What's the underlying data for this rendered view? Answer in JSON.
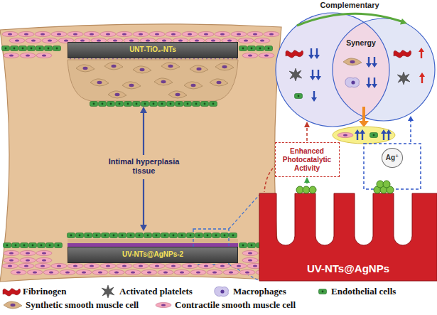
{
  "diagram": {
    "nodes": [
      {
        "text": [
          "UNT-TiO₂-NTs"
        ]
      },
      {
        "text": [
          "UV-NTs@AgNPs-2"
        ]
      },
      {
        "text": [
          "Enhanced Photocatalytic Activity"
        ]
      },
      {
        "text": [
          "Ag⁺"
        ]
      },
      {
        "text": [
          "UV-NTs@AgNPs"
        ]
      }
    ],
    "edges": [
      {
        "from": 4,
        "to": 2,
        "arrow": "to"
      }
    ],
    "labels": [
      "Intimal hyperplasia tissue",
      "Complementary",
      "Synergy"
    ],
    "legend": [
      {
        "text": "Fibrinogen"
      },
      {
        "text": "Activated platelets"
      },
      {
        "text": "Macrophages"
      },
      {
        "text": "Endothelial cells"
      },
      {
        "text": "Synthetic smooth muscle cell"
      },
      {
        "text": "Contractile smooth muscle cell"
      }
    ]
  }
}
